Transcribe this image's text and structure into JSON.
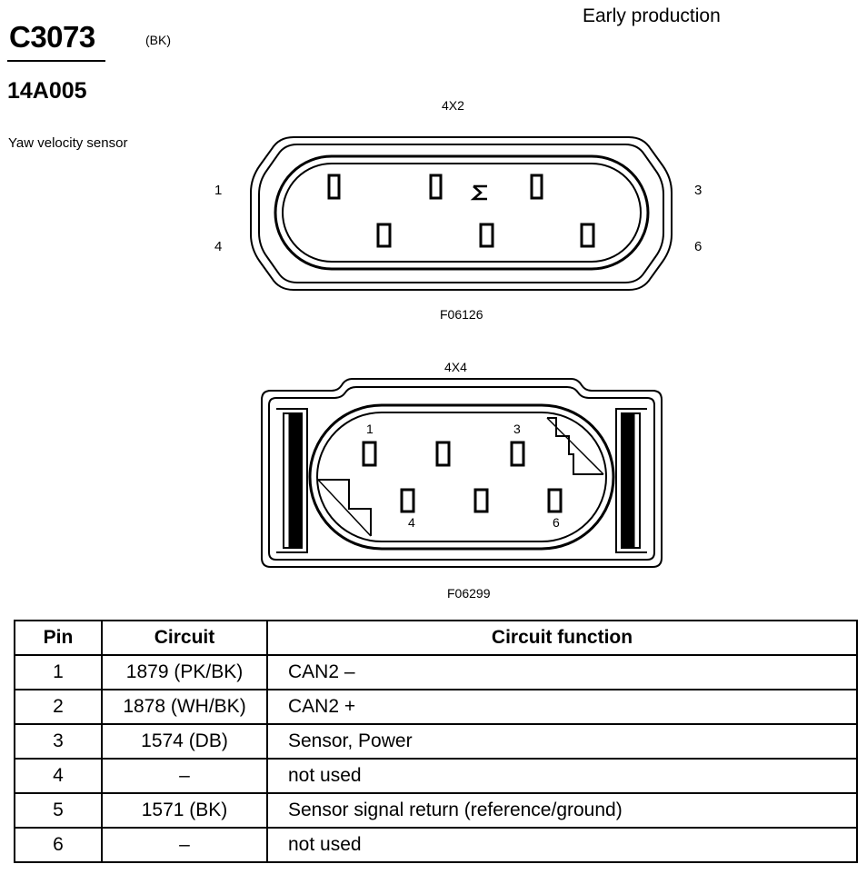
{
  "header": {
    "connector_id": "C3073",
    "color_code": "(BK)",
    "part_number": "14A005",
    "description": "Yaw velocity sensor",
    "production_note": "Early production"
  },
  "views": [
    {
      "type_label": "4X2",
      "figure_code": "F06126",
      "pin_labels": [
        "1",
        "3",
        "4",
        "6"
      ]
    },
    {
      "type_label": "4X4",
      "figure_code": "F06299",
      "pin_labels": [
        "1",
        "3",
        "4",
        "6"
      ]
    }
  ],
  "table": {
    "headers": [
      "Pin",
      "Circuit",
      "Circuit function"
    ],
    "rows": [
      [
        "1",
        "1879 (PK/BK)",
        "CAN2 –"
      ],
      [
        "2",
        "1878 (WH/BK)",
        "CAN2 +"
      ],
      [
        "3",
        "1574 (DB)",
        "Sensor, Power"
      ],
      [
        "4",
        "–",
        "not used"
      ],
      [
        "5",
        "1571 (BK)",
        "Sensor signal return (reference/ground)"
      ],
      [
        "6",
        "–",
        "not used"
      ]
    ]
  }
}
